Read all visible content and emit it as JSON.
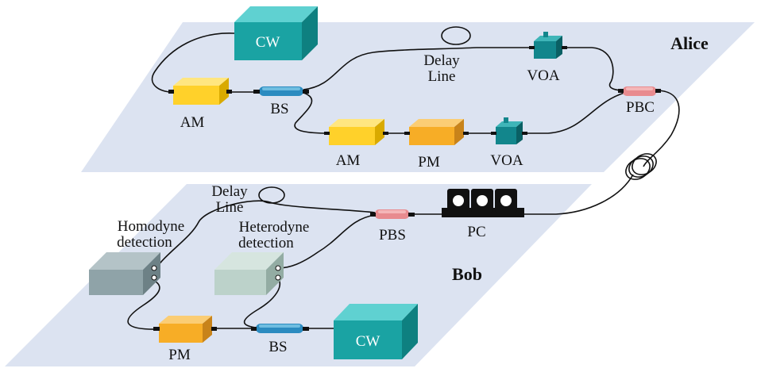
{
  "alice": {
    "title": "Alice",
    "cw": "CW",
    "am_top": "AM",
    "bs": "BS",
    "delay_line_1": "Delay",
    "delay_line_2": "Line",
    "voa_top": "VOA",
    "pbc": "PBC",
    "am_bottom": "AM",
    "pm": "PM",
    "voa_bottom": "VOA"
  },
  "bob": {
    "title": "Bob",
    "delay_line_1": "Delay",
    "delay_line_2": "Line",
    "pbs": "PBS",
    "pc": "PC",
    "homodyne_1": "Homodyne",
    "homodyne_2": "detection",
    "heterodyne_1": "Heterodyne",
    "heterodyne_2": "detection",
    "pm": "PM",
    "bs": "BS",
    "cw": "CW"
  },
  "colors": {
    "plane": "#dce3f1",
    "cw": "#1aa3a3",
    "am": "#ffd12a",
    "pm": "#f7ad26",
    "bs": "#2b8bc0",
    "voa": "#12868c",
    "pbc": "#e88b8f",
    "homodyne": "#8fa3a8",
    "heterodyne": "#bcd2ca"
  }
}
